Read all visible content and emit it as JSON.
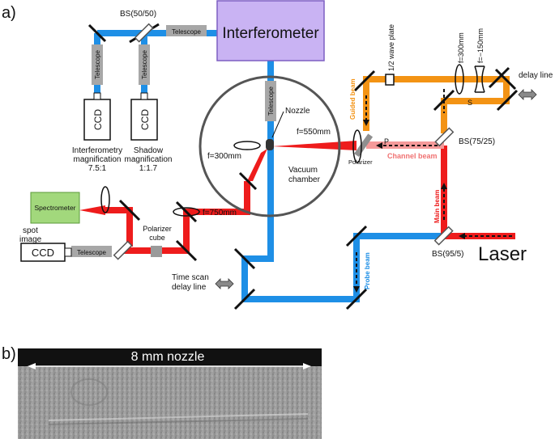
{
  "panel_a_label": "a)",
  "panel_b_label": "b)",
  "components": {
    "interferometer": "Interferometer",
    "bs_50_50": "BS(50/50)",
    "telescope": "Telescope",
    "ccd": "CCD",
    "interferometry_caption": "Interferometry",
    "interferometry_magnification": "magnification",
    "interferometry_ratio": "7.5:1",
    "shadow_caption": "Shadow",
    "shadow_magnification": "magnification",
    "shadow_ratio": "1:1.7",
    "nozzle": "Nozzle",
    "f_550": "f=550mm",
    "f_300_left": "f=300mm",
    "f_750": "f=750mm",
    "vacuum_line1": "Vacuum",
    "vacuum_line2": "chamber",
    "half_wave_plate": "1/2 wave plate",
    "f_300_right": "f=300mm",
    "f_neg150": "f=−150mm",
    "delay_line": "delay line",
    "guided_beam": "Guided beam",
    "polarizer": "Polarizer",
    "channel_beam": "Channel beam",
    "p_label": "P",
    "s_label": "S",
    "bs_75_25": "BS(75/25)",
    "main_beam": "Main beam",
    "spectrometer": "Spectrometer",
    "spot_image_line1": "spot",
    "spot_image_line2": "image",
    "polarizer_cube_line1": "Polarizer",
    "polarizer_cube_line2": "cube",
    "time_scan_line1": "Time scan",
    "time_scan_line2": "delay line",
    "probe_beam": "Probe beam",
    "bs_95_5": "BS(95/5)",
    "laser": "Laser"
  },
  "panel_b": {
    "scale_label": "8 mm nozzle"
  },
  "colors": {
    "blue_beam": "#1e8fe6",
    "red_beam": "#ee1c1c",
    "orange_beam": "#f39314",
    "pink_beam": "#f59a9a",
    "interferometer_fill": "#c9b3f3",
    "spectrometer_fill": "#a2d87c",
    "telescope_fill": "#a7a7a7"
  }
}
